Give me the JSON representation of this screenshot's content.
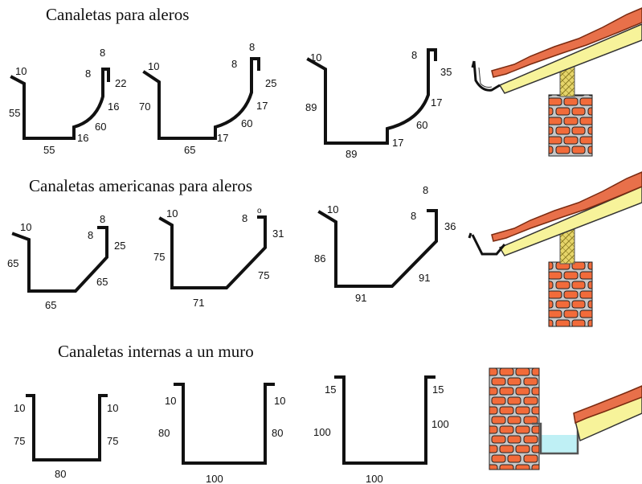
{
  "titles": {
    "s1": "Canaletas para aleros",
    "s2": "Canaletas americanas para aleros",
    "s3": "Canaletas internas a un muro"
  },
  "row1": {
    "g1": [
      "10",
      "8",
      "8",
      "22",
      "16",
      "55",
      "60",
      "16",
      "55"
    ],
    "g2": [
      "10",
      "8",
      "8",
      "25",
      "17",
      "70",
      "60",
      "17",
      "65"
    ],
    "g3": [
      "10",
      "8",
      "35",
      "17",
      "89",
      "60",
      "17",
      "89"
    ]
  },
  "row2": {
    "g1": [
      "10",
      "8",
      "8",
      "25",
      "65",
      "65",
      "65"
    ],
    "g2": [
      "10",
      "8",
      "o",
      "31",
      "75",
      "75",
      "71"
    ],
    "g3": [
      "8",
      "10",
      "8",
      "36",
      "86",
      "91",
      "91"
    ]
  },
  "row3": {
    "g1": [
      "10",
      "10",
      "75",
      "75",
      "80"
    ],
    "g2": [
      "10",
      "10",
      "80",
      "80",
      "100"
    ],
    "g3": [
      "15",
      "15",
      "100",
      "100",
      "100"
    ]
  },
  "colors": {
    "brick": "#f26b3a",
    "tile": "#e8704a",
    "beam": "#f7f39a",
    "insulation": "#e6d56a",
    "water": "#bff0f5",
    "mortar": "#c8c8c8"
  }
}
